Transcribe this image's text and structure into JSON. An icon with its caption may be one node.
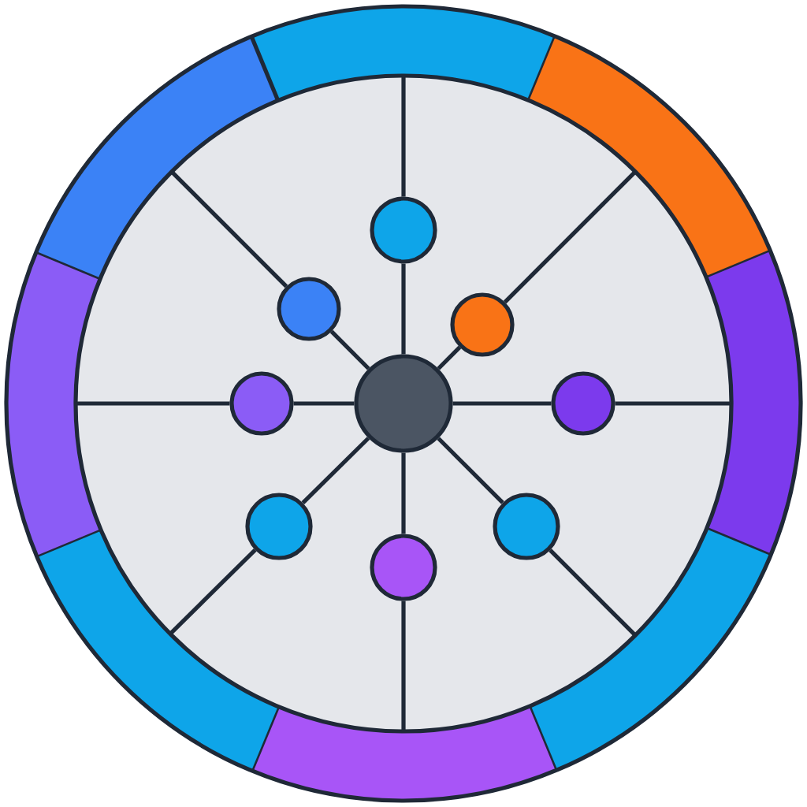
{
  "diagram": {
    "nodes": [
      {
        "text": [],
        "shape": "circle"
      },
      {
        "text": [],
        "shape": "circle",
        "in": 0
      },
      {
        "text": [],
        "shape": "circle",
        "in": 0
      },
      {
        "text": [],
        "shape": "circle",
        "in": 0
      },
      {
        "text": [],
        "shape": "circle",
        "in": 0
      },
      {
        "text": [],
        "shape": "circle",
        "in": 0
      },
      {
        "text": [],
        "shape": "circle",
        "in": 0
      },
      {
        "text": [],
        "shape": "circle",
        "in": 0
      },
      {
        "text": [],
        "shape": "circle",
        "in": 0
      },
      {
        "text": [],
        "shape": "circle",
        "in": 0
      }
    ],
    "edges": [
      {
        "from": 5,
        "to": 1,
        "arrow": "none"
      },
      {
        "from": 5,
        "to": 2,
        "arrow": "none"
      },
      {
        "from": 5,
        "to": 3,
        "arrow": "none"
      },
      {
        "from": 5,
        "to": 4,
        "arrow": "none"
      },
      {
        "from": 5,
        "to": 6,
        "arrow": "none"
      },
      {
        "from": 5,
        "to": 7,
        "arrow": "none"
      },
      {
        "from": 5,
        "to": 8,
        "arrow": "none"
      },
      {
        "from": 5,
        "to": 9,
        "arrow": "none"
      }
    ]
  }
}
